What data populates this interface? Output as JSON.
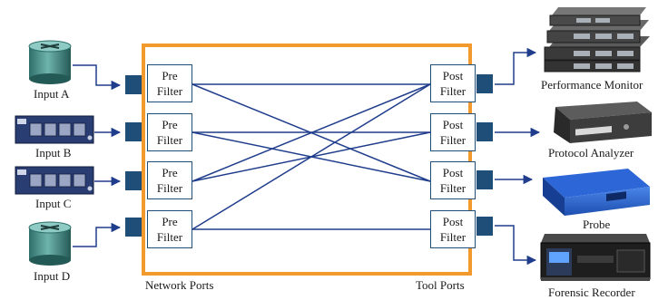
{
  "inputs": [
    {
      "label": "Input A",
      "device": "router-icon"
    },
    {
      "label": "Input B",
      "device": "network-module-icon"
    },
    {
      "label": "Input C",
      "device": "network-module-icon"
    },
    {
      "label": "Input D",
      "device": "router-icon"
    }
  ],
  "filter_box": {
    "network_ports_label": "Network Ports",
    "tool_ports_label": "Tool Ports",
    "pre_filters": [
      {
        "line1": "Pre",
        "line2": "Filter"
      },
      {
        "line1": "Pre",
        "line2": "Filter"
      },
      {
        "line1": "Pre",
        "line2": "Filter"
      },
      {
        "line1": "Pre",
        "line2": "Filter"
      }
    ],
    "post_filters": [
      {
        "line1": "Post",
        "line2": "Filter"
      },
      {
        "line1": "Post",
        "line2": "Filter"
      },
      {
        "line1": "Post",
        "line2": "Filter"
      },
      {
        "line1": "Post",
        "line2": "Filter"
      }
    ]
  },
  "tools": [
    {
      "label": "Performance Monitor",
      "device": "server-stack-icon"
    },
    {
      "label": "Protocol Analyzer",
      "device": "analyzer-appliance-icon"
    },
    {
      "label": "Probe",
      "device": "probe-appliance-icon"
    },
    {
      "label": "Forensic Recorder",
      "device": "recorder-appliance-icon"
    }
  ],
  "connections": [
    [
      0,
      0
    ],
    [
      0,
      2
    ],
    [
      1,
      1
    ],
    [
      1,
      2
    ],
    [
      2,
      0
    ],
    [
      2,
      1
    ],
    [
      3,
      0
    ],
    [
      3,
      3
    ]
  ],
  "colors": {
    "frame": "#f29a2e",
    "line": "#1f3d8c",
    "port": "#1f4e79",
    "arrow": "#1f3d8c"
  }
}
